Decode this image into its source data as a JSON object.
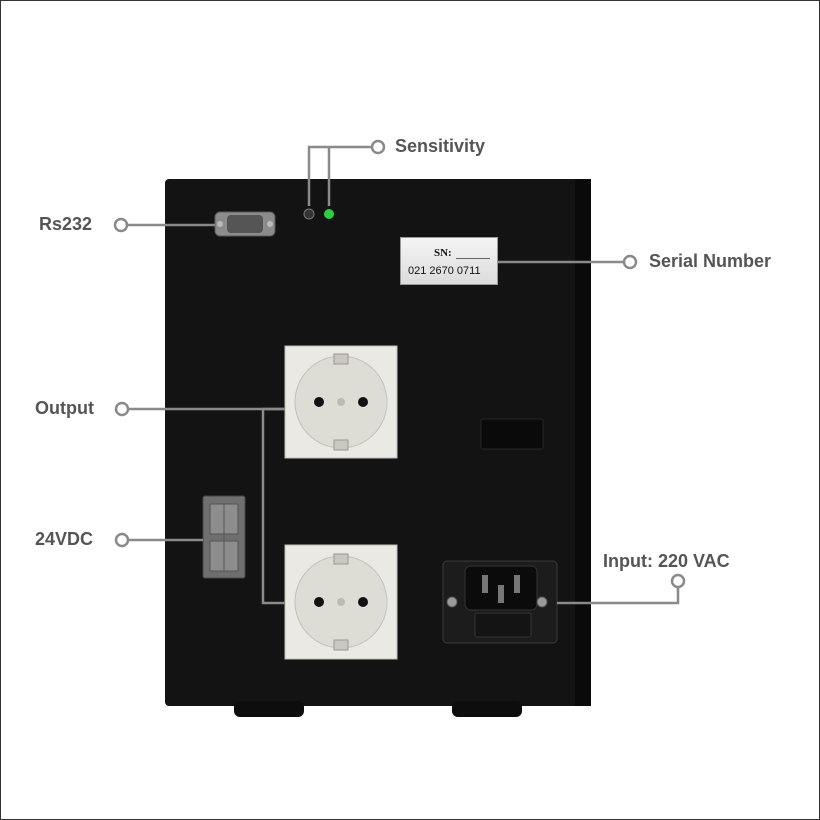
{
  "labels": {
    "sensitivity": "Sensitivity",
    "rs232": "Rs232",
    "serial_number": "Serial Number",
    "output": "Output",
    "dc24": "24VDC",
    "input": "Input: 220 VAC"
  },
  "serial_plate": {
    "prefix": "SN:",
    "number": "021 2670 0711"
  },
  "colors": {
    "callout_line": "#8a8a8a",
    "label_text": "#555555",
    "device_body": "#131313",
    "socket": "#e9e8e3",
    "led": "#2ecc40"
  }
}
